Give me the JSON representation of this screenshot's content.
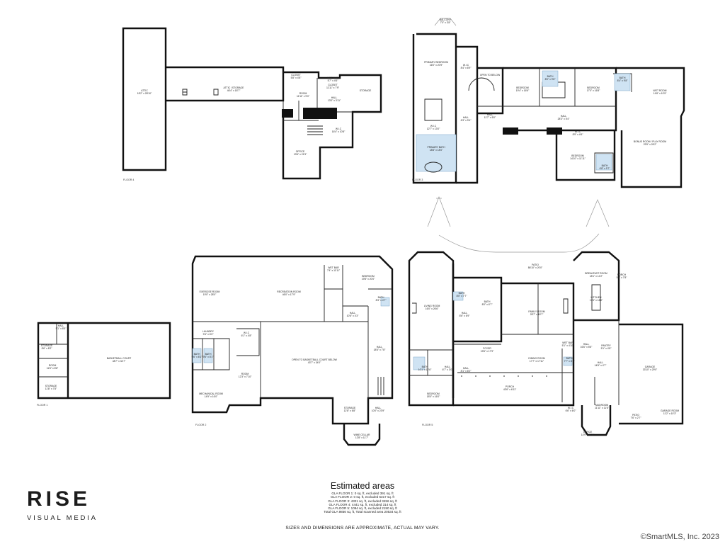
{
  "floor_plans": {
    "floor_4": {
      "floor_label": "FLOOR 4",
      "rooms": [
        {
          "key": "attic_a",
          "name": "ATTIC",
          "dims": "18'2\" x 28'10\""
        },
        {
          "key": "attic_storage",
          "name": "ATTIC / STORAGE",
          "dims": "46'4\" x 18'7\""
        },
        {
          "key": "closet_a",
          "name": "CLOSET",
          "dims": "5'8\" x 4'8\""
        },
        {
          "key": "closet_b",
          "name": "CLOSET",
          "dims": "11'11\" x 7'9\""
        },
        {
          "key": "room_a",
          "name": "ROOM",
          "dims": "11'11\" x 9'0\""
        },
        {
          "key": "wet_bar",
          "name": "WET BAR",
          "dims": "5'7\" x 4'6\""
        },
        {
          "key": "hall_a",
          "name": "HALL",
          "dims": "13'0\" x 3'11\""
        },
        {
          "key": "storage_a",
          "name": "STORAGE",
          "dims": ""
        },
        {
          "key": "wic_a",
          "name": "W.I.C",
          "dims": "16'4\" x 10'8\""
        },
        {
          "key": "office_a",
          "name": "OFFICE",
          "dims": "13'6\" x 21'9\""
        }
      ]
    },
    "floor_3": {
      "floor_label": "FLOOR 3",
      "rooms": [
        {
          "key": "balcony",
          "name": "BALCONY",
          "dims": "7'0\" x 3'8\""
        },
        {
          "key": "primary_bedroom",
          "name": "PRIMARY BEDROOM",
          "dims": "16'0\" x 20'9\""
        },
        {
          "key": "wic_b",
          "name": "W.I.C",
          "dims": "8'4\" x 6'9\""
        },
        {
          "key": "open_to_below",
          "name": "OPEN TO BELOW",
          "dims": ""
        },
        {
          "key": "bedroom_a",
          "name": "BEDROOM",
          "dims": "19'4\" x 16'6\""
        },
        {
          "key": "bath_a",
          "name": "BATH",
          "dims": "8'0\" x 9'8\""
        },
        {
          "key": "bedroom_b",
          "name": "BEDROOM",
          "dims": "17'0\" x 16'8\""
        },
        {
          "key": "bath_b",
          "name": "BATH",
          "dims": "8'4\" x 9'8\""
        },
        {
          "key": "wet_room",
          "name": "WET ROOM",
          "dims": "14'8\" x 10'5\""
        },
        {
          "key": "hall_b",
          "name": "HALL",
          "dims": "6'3\" x 9'4\""
        },
        {
          "key": "hall_c",
          "name": "HALL",
          "dims": "11'7\" x 5'0\""
        },
        {
          "key": "hall_d",
          "name": "HALL",
          "dims": "28'3\" x 5'4\""
        },
        {
          "key": "wic_c",
          "name": "W.I.C",
          "dims": "12'7\" x 13'0\""
        },
        {
          "key": "wic_d",
          "name": "W.I.C",
          "dims": "8'9\" x 4'6\""
        },
        {
          "key": "bonus_room",
          "name": "BONUS ROOM / PLAY ROOM",
          "dims": "29'9\" x 26'2\""
        },
        {
          "key": "primary_bath",
          "name": "PRIMARY BATH",
          "dims": "18'8\" x 18'0\""
        },
        {
          "key": "bedroom_c",
          "name": "BEDROOM",
          "dims": "14'10\" x 11'11\""
        },
        {
          "key": "bath_c",
          "name": "BATH",
          "dims": "6'8\" x 9'7\""
        }
      ]
    },
    "floor_2": {
      "floor_label": "FLOOR 2",
      "rooms": [
        {
          "key": "exercise_room",
          "name": "EXERCISE ROOM",
          "dims": "19'0\" x 28'0\""
        },
        {
          "key": "recreation_room",
          "name": "RECREATION ROOM",
          "dims": "46'0\" x 17'9\""
        },
        {
          "key": "wet_bar_b",
          "name": "WET BAR",
          "dims": "7'4\" x 11'11\""
        },
        {
          "key": "bedroom_d",
          "name": "BEDROOM",
          "dims": "19'8\" x 20'0\""
        },
        {
          "key": "bath_d",
          "name": "BATH",
          "dims": "8'3\" x 4'7\""
        },
        {
          "key": "hall_e",
          "name": "HALL",
          "dims": "10'6\" x 4'3\""
        },
        {
          "key": "wic_e",
          "name": "W.I.C",
          "dims": "6'1\" x 4'8\""
        },
        {
          "key": "laundry",
          "name": "LAUNDRY",
          "dims": "9'4\" x 6'0\""
        },
        {
          "key": "bath_e",
          "name": "BATH",
          "dims": "9'6\" x 8'1\""
        },
        {
          "key": "bath_f",
          "name": "BATH",
          "dims": "9'6\" x 8'1\""
        },
        {
          "key": "open_court",
          "name": "OPEN TO BASKETBALL COURT BELOW",
          "dims": "43'7\" x 34'0\""
        },
        {
          "key": "hall_f",
          "name": "HALL",
          "dims": "18'6\" x 7'8\""
        },
        {
          "key": "room_b",
          "name": "ROOM",
          "dims": "12'3\" x 7'10\""
        },
        {
          "key": "mechanical",
          "name": "MECHANICAL ROOM",
          "dims": "14'9\" x 16'0\""
        },
        {
          "key": "storage_b",
          "name": "STORAGE",
          "dims": "12'8\" x 6'8\""
        },
        {
          "key": "hall_g",
          "name": "HALL",
          "dims": "10'0\" x 23'9\""
        },
        {
          "key": "wine_cellar",
          "name": "WINE CELLAR",
          "dims": "12'8\" x 11'7\""
        }
      ]
    },
    "floor_1": {
      "floor_label": "FLOOR 1",
      "rooms": [
        {
          "key": "hall_h",
          "name": "HALL",
          "dims": "5'1\" x 8'5\""
        },
        {
          "key": "storage_c",
          "name": "STORAGE",
          "dims": "8'6\" x 8'2\""
        },
        {
          "key": "basketball",
          "name": "BASKETBALL COURT",
          "dims": "48'7\" x 34'7\""
        },
        {
          "key": "room_c",
          "name": "ROOM",
          "dims": "11'8\" x 8'8\""
        },
        {
          "key": "storage_d",
          "name": "STORAGE",
          "dims": "11'8\" x 7'8\""
        }
      ]
    },
    "floor_main": {
      "floor_label": "FLOOR 5",
      "rooms": [
        {
          "key": "patio_a",
          "name": "PATIO",
          "dims": "86'10\" x 20'0\""
        },
        {
          "key": "breakfast_room",
          "name": "BREAKFAST ROOM",
          "dims": "18'1\" x 12'2\""
        },
        {
          "key": "porch_a",
          "name": "PORCH",
          "dims": "5'8\" x 7'8\""
        },
        {
          "key": "living_room",
          "name": "LIVING ROOM",
          "dims": "16'0\" x 26'6\""
        },
        {
          "key": "bath_g",
          "name": "BATH",
          "dims": "8'0\" x 7'7\""
        },
        {
          "key": "bath_h",
          "name": "BATH",
          "dims": "8'0\" x 6'7\""
        },
        {
          "key": "kitchen",
          "name": "KITCHEN",
          "dims": "17'6\" x 18'0\""
        },
        {
          "key": "family_room",
          "name": "FAMILY ROOM",
          "dims": "28'7\" x 18'7\""
        },
        {
          "key": "hall_i",
          "name": "HALL",
          "dims": "8'6\" x 6'9\""
        },
        {
          "key": "foyer",
          "name": "FOYER",
          "dims": "19'6\" x 17'9\""
        },
        {
          "key": "dining_room",
          "name": "DINING ROOM",
          "dims": "17'7\" x 17'11\""
        },
        {
          "key": "wet_bar_c",
          "name": "WET BAR",
          "dims": "5'1\" x 4'10\""
        },
        {
          "key": "hall_j",
          "name": "HALL",
          "dims": "16'6\" x 5'6\""
        },
        {
          "key": "pantry",
          "name": "PANTRY",
          "dims": "5'1\" x 4'8\""
        },
        {
          "key": "hall_k",
          "name": "HALL",
          "dims": "14'8\" x 4'7\""
        },
        {
          "key": "bath_i",
          "name": "BATH",
          "dims": "10'1\" x 12'6\""
        },
        {
          "key": "hall_l",
          "name": "HALL",
          "dims": "6'7\" x 3'0\""
        },
        {
          "key": "hall_m",
          "name": "HALL",
          "dims": "8'1\" x 6'0\""
        },
        {
          "key": "bath_j",
          "name": "BATH",
          "dims": "7'7\" x 6'1\""
        },
        {
          "key": "garage",
          "name": "GARAGE",
          "dims": "33'10\" x 29'0\""
        },
        {
          "key": "porch_b",
          "name": "PORCH",
          "dims": "43'6\" x 6'11\""
        },
        {
          "key": "bedroom_e",
          "name": "BEDROOM",
          "dims": "18'0\" x 16'0\""
        },
        {
          "key": "wic_f",
          "name": "W.I.C",
          "dims": "6'6\" x 6'0\""
        },
        {
          "key": "mudroom",
          "name": "MUDROOM",
          "dims": "11'11\" x 11'6\""
        },
        {
          "key": "patio_b",
          "name": "PATIO",
          "dims": "7'6\" x 2'7\""
        },
        {
          "key": "garage_room",
          "name": "GARAGE ROOM",
          "dims": "11'2\" x 10'3\""
        },
        {
          "key": "office_b",
          "name": "OFFICE",
          "dims": "14'9\" x 17'0\""
        }
      ]
    }
  },
  "estimates": {
    "title": "Estimated areas",
    "lines": [
      "GLA FLOOR 1: 0 sq. ft, excluded 391 sq. ft",
      "GLA FLOOR 2: 0 sq. ft, excluded 5317 sq. ft",
      "GLA FLOOR 3: 4321 sq. ft, excluded 3456 sq. ft",
      "GLA FLOOR 4: 4441 sq. ft, excluded 314 sq. ft",
      "GLA FLOOR 5: 1094 sq. ft, excluded 2190 sq. ft",
      "Total GLA 9856 sq. ft, Total scanned area 20534 sq. ft"
    ],
    "disclaimer": "SIZES AND DIMENSIONS ARE APPROXIMATE, ACTUAL MAY VARY."
  },
  "branding": {
    "logo_main": "RISE",
    "logo_sub": "VISUAL MEDIA"
  },
  "copyright": "©SmartMLS, Inc.  2023"
}
